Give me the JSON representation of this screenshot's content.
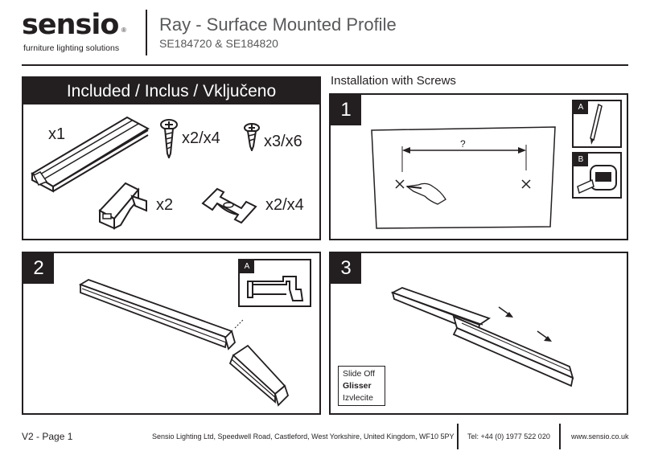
{
  "header": {
    "logo_word": "sensio",
    "logo_reg": "®",
    "logo_tagline": "furniture lighting solutions",
    "title": "Ray - Surface Mounted Profile",
    "subtitle": "SE184720 & SE184820"
  },
  "included": {
    "heading": "Included / Inclus / Vključeno",
    "items": [
      {
        "qty": "x1",
        "icon": "profile-icon"
      },
      {
        "qty": "x2/x4",
        "icon": "screw-icon"
      },
      {
        "qty": "x3/x6",
        "icon": "screw-short-icon"
      },
      {
        "qty": "x2",
        "icon": "end-cap-icon"
      },
      {
        "qty": "x2/x4",
        "icon": "mounting-clip-icon"
      }
    ]
  },
  "installation": {
    "title": "Installation with Screws",
    "steps": [
      {
        "number": "1",
        "measure_label": "?",
        "tools": [
          {
            "tag": "A",
            "icon": "pencil-icon"
          },
          {
            "tag": "B",
            "icon": "tape-measure-icon"
          }
        ]
      },
      {
        "number": "2",
        "tools": [
          {
            "tag": "A",
            "icon": "hacksaw-icon"
          }
        ]
      },
      {
        "number": "3",
        "slide_lines": [
          "Slide Off",
          "Glisser",
          "Izvlecite"
        ]
      }
    ]
  },
  "footer": {
    "version": "V2 - Page 1",
    "address": "Sensio Lighting Ltd, Speedwell Road, Castleford, West Yorkshire, United Kingdom, WF10 5PY",
    "phone": "Tel: +44 (0) 1977 522 020",
    "website": "www.sensio.co.uk"
  },
  "colors": {
    "ink": "#231f20",
    "grey_text": "#58595b",
    "panel_bg": "#ffffff"
  }
}
